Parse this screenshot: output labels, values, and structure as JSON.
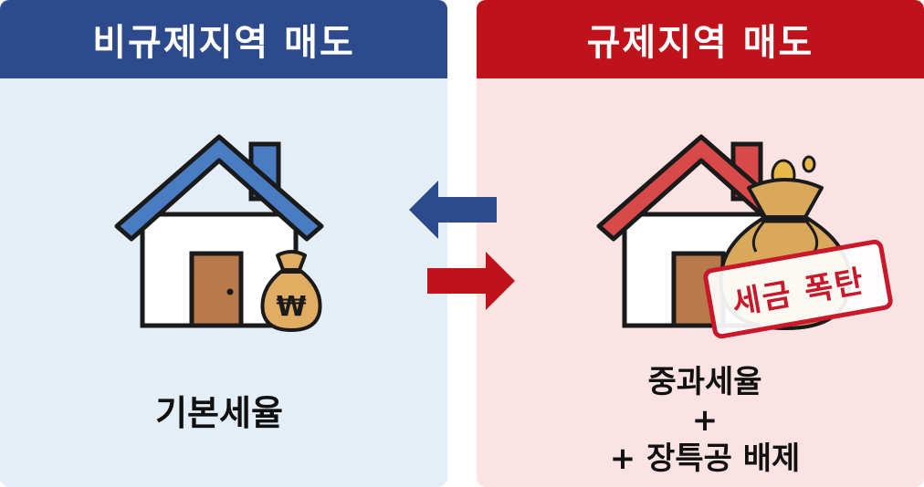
{
  "left_panel": {
    "title": "비규제지역 매도",
    "caption": "기본세율"
  },
  "right_panel": {
    "title": "규제지역 매도",
    "stamp_text": "세금 폭탄",
    "caption_line1": "중과세율",
    "caption_line2": "+",
    "caption_line3": "+ 장특공 배제"
  },
  "colors": {
    "left_header": "#2d4a8c",
    "left_bg": "#e4eef7",
    "right_header": "#c0121b",
    "right_bg": "#fbe3e4",
    "arrow_blue": "#2d4a8c",
    "arrow_red": "#c0121b"
  },
  "icons": {
    "left_house": "house-icon",
    "left_bag": "money-bag-won-icon",
    "right_house": "house-icon",
    "right_bag": "large-money-bag-icon",
    "arrow_to_left": "arrow-left-icon",
    "arrow_to_right": "arrow-right-icon"
  },
  "bag_symbol": "₩"
}
